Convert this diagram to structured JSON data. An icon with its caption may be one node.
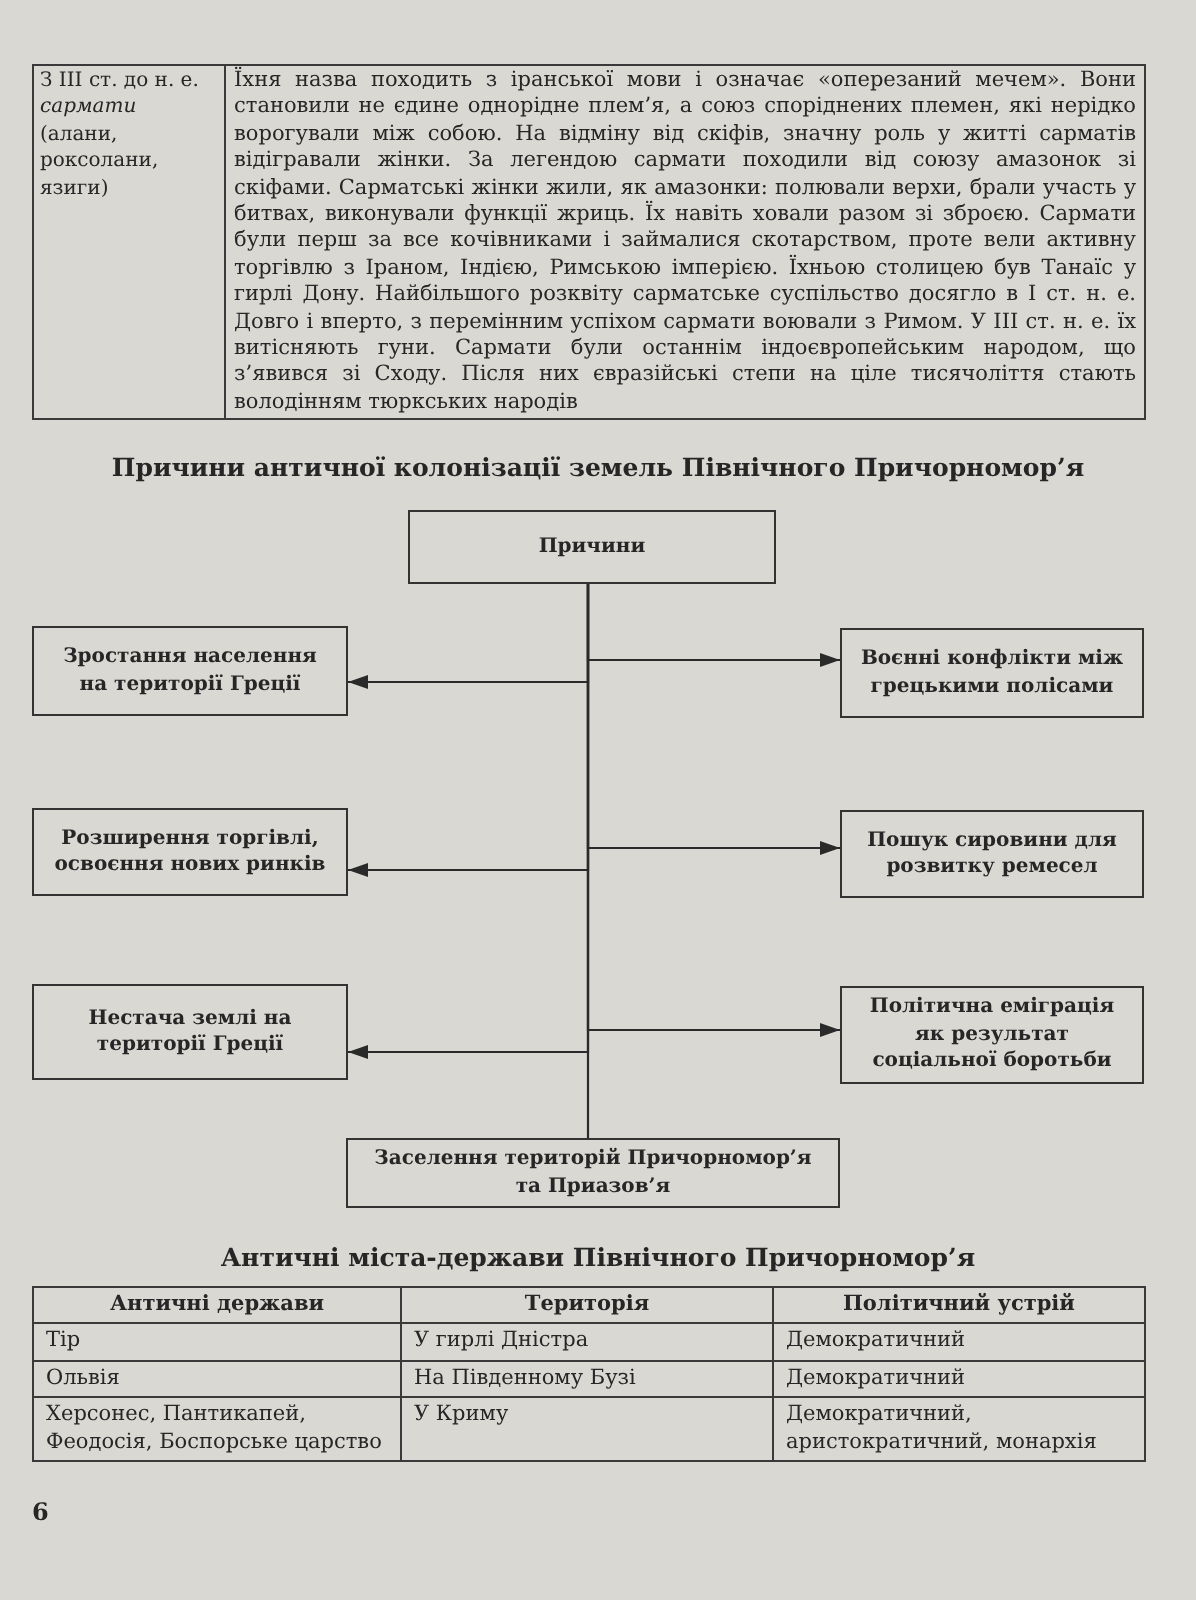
{
  "diagram": {
    "title": "Причини античної колонізації земель Північного Причорномор’я",
    "nodes": [
      {
        "text": [
          "Причини"
        ]
      },
      {
        "text": [
          "Зростання населення на території Греції"
        ]
      },
      {
        "text": [
          "Воєнні конфлікти між грецькими полісами"
        ]
      },
      {
        "text": [
          "Розширення торгівлі, освоєння нових ринків"
        ]
      },
      {
        "text": [
          "Пошук сировини для розвитку ремесел"
        ]
      },
      {
        "text": [
          "Нестача землі на території Греції"
        ]
      },
      {
        "text": [
          "Політична еміграція як результат соціальної боротьби"
        ]
      },
      {
        "text": [
          "Заселення територій Причорномор’я та Приазов’я"
        ]
      }
    ],
    "edges": [
      {
        "from": 0,
        "to": 1,
        "arrow": "to"
      },
      {
        "from": 0,
        "to": 2,
        "arrow": "to"
      },
      {
        "from": 0,
        "to": 3,
        "arrow": "to"
      },
      {
        "from": 0,
        "to": 4,
        "arrow": "to"
      },
      {
        "from": 0,
        "to": 5,
        "arrow": "to"
      },
      {
        "from": 0,
        "to": 6,
        "arrow": "to"
      },
      {
        "from": 0,
        "to": 7,
        "arrow": "none"
      }
    ],
    "labels": [
      "З ІІІ ст. до н. е. *сармати* (алани, роксолани, язиги)",
      "Їхня назва походить з іранської мови і означає «оперезаний мечем». Вони становили не єдине однорідне плем’я, а союз споріднених племен, які нерідко ворогували між собою. На відміну від скіфів, значну роль у житті сарматів відігравали жінки. За легендою сармати походили від союзу амазонок зі скіфами. Сарматські жінки жили, як амазонки: полювали верхи, брали участь у битвах, виконували функції жриць. Їх навіть ховали разом зі зброєю. Сармати були перш за все кочівниками і займалися скотарством, проте вели активну торгівлю з Іраном, Індією, Римською імперією. Їхньою столицею був Танаїс у гирлі Дону. Найбільшого розквіту сарматське суспільство досягло в І ст. н. е. Довго і вперто, з перемінним успіхом сармати воювали з Римом. У ІІІ ст. н. е. їх витісняють гуни. Сармати були останнім індоєвропейським народом, що з’явився зі Сходу. Після них євразійські степи на ціле тисячоліття стають володінням тюркських народів",
      "Античні міста-держави Північного Причорномор’я",
      "Античні держави",
      "Територія",
      "Політичний устрій",
      "Тір",
      "У гирлі Дністра",
      "Демократичний",
      "Ольвія",
      "На Південному Бузі",
      "Демократичний",
      "Херсонес, Пантикапей, Феодосія, Боспорське царство",
      "У Криму",
      "Демократичний, аристократичний, монархія",
      "6"
    ]
  }
}
